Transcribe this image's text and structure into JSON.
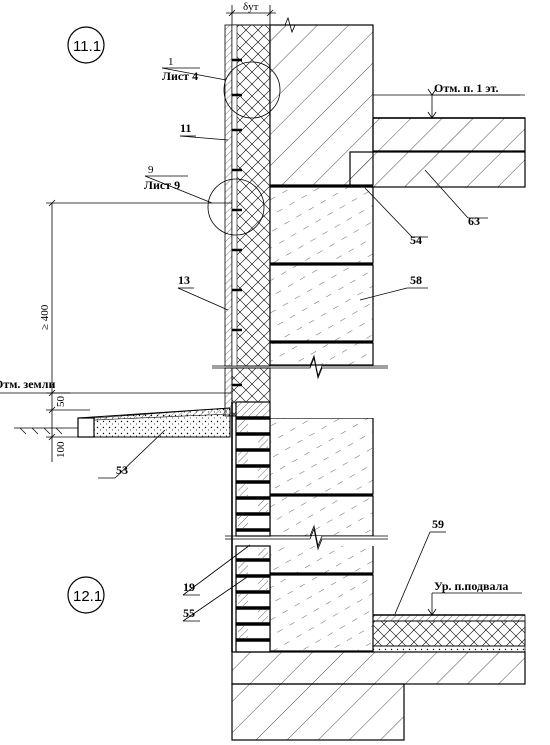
{
  "markers": {
    "detail_top": "11.1",
    "detail_bottom": "12.1"
  },
  "levels": {
    "first_floor": "Отм. п. 1 эт.",
    "ground": "Отм. земли",
    "basement": "Ур. п.подвала"
  },
  "dimensions": {
    "insulation_thickness": "δут",
    "height_400": "≥ 400",
    "dim_50": "50",
    "dim_100": "100"
  },
  "callouts": {
    "ref1_num": "1",
    "ref1_sheet": "Лист 4",
    "ref9_num": "9",
    "ref9_sheet": "Лист 9",
    "item_11": "11",
    "item_13": "13",
    "item_19": "19",
    "item_53": "53",
    "item_54": "54",
    "item_55": "55",
    "item_58": "58",
    "item_59": "59",
    "item_63": "63"
  }
}
